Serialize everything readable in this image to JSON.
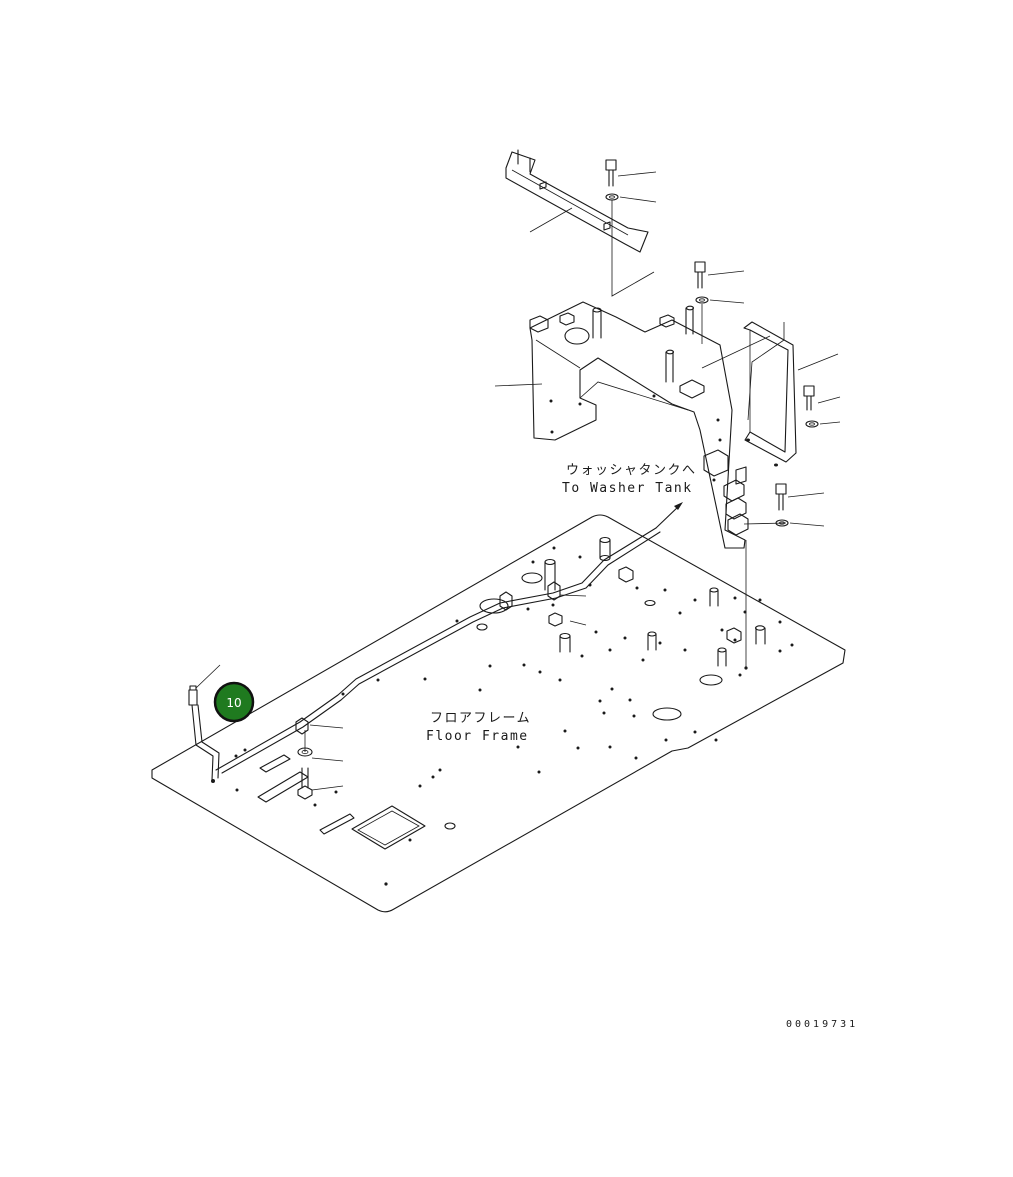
{
  "labels": {
    "washer_jp": "ウォッシャタンクへ",
    "washer_en": "To Washer Tank",
    "floor_jp": "フロアフレーム",
    "floor_en": "Floor Frame"
  },
  "drawing_code": "00019731",
  "callout": {
    "number": "10",
    "color": "#1f7a1f"
  }
}
